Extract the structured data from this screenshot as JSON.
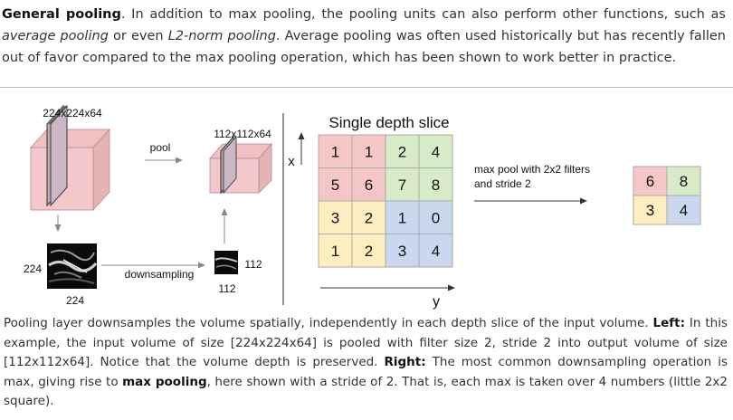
{
  "intro": {
    "title": "General pooling",
    "part1": ". In addition to max pooling, the pooling units can also perform other functions, such as ",
    "avg": "average pooling",
    "part2": " or even ",
    "l2": "L2-norm pooling",
    "part3": ". Average pooling was often used historically but has recently fallen out of favor compared to the max pooling operation, which has been shown to work better in practice."
  },
  "figure": {
    "left": {
      "input_volume_label": "224x224x64",
      "output_volume_label": "112x112x64",
      "pool_label": "pool",
      "downsampling_label": "downsampling",
      "input_height": "224",
      "input_width": "224",
      "output_height": "112",
      "output_width": "112"
    },
    "right": {
      "title": "Single depth slice",
      "x_axis": "x",
      "y_axis": "y",
      "grid": [
        [
          "1",
          "1",
          "2",
          "4"
        ],
        [
          "5",
          "6",
          "7",
          "8"
        ],
        [
          "3",
          "2",
          "1",
          "0"
        ],
        [
          "1",
          "2",
          "3",
          "4"
        ]
      ],
      "op_label_line1": "max pool with 2x2 filters",
      "op_label_line2": "and stride 2",
      "output": [
        [
          "6",
          "8"
        ],
        [
          "3",
          "4"
        ]
      ],
      "quadrant_colors": {
        "top_left": "#f4c6c6",
        "top_right": "#d8ebc8",
        "bottom_left": "#fdefc0",
        "bottom_right": "#c9d8ef"
      }
    }
  },
  "caption": {
    "t1": "Pooling layer downsamples the volume spatially, independently in each depth slice of the input volume. ",
    "left_label": "Left:",
    "t2": " In this example, the input volume of size [224x224x64] is pooled with filter size 2, stride 2 into output volume of size [112x112x64]. Notice that the volume depth is preserved. ",
    "right_label": "Right:",
    "t3": " The most common downsampling operation is max, giving rise to ",
    "max_pooling": "max pooling",
    "t4": ", here shown with a stride of 2. That is, each max is taken over 4 numbers (little 2x2 square)."
  }
}
